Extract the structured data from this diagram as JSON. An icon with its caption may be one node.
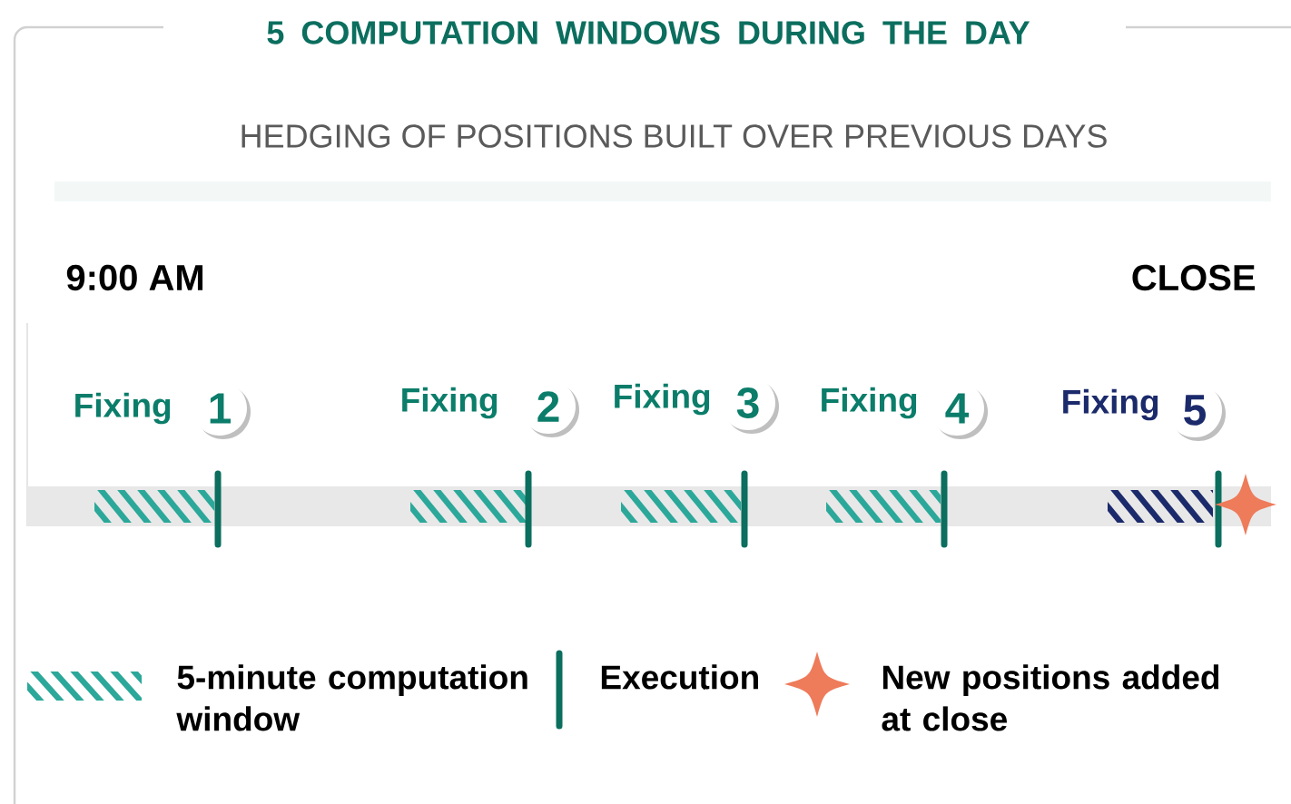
{
  "diagram": {
    "title": "5 COMPUTATION WINDOWS DURING THE DAY",
    "nodes": [
      {
        "text": [
          "1"
        ],
        "beside": [
          "Fixing"
        ]
      },
      {
        "text": [
          "2"
        ],
        "beside": [
          "Fixing"
        ]
      },
      {
        "text": [
          "3"
        ],
        "beside": [
          "Fixing"
        ]
      },
      {
        "text": [
          "4"
        ],
        "beside": [
          "Fixing"
        ]
      },
      {
        "text": [
          "5"
        ],
        "beside": [
          "Fixing"
        ]
      }
    ],
    "labels": [
      "HEDGING OF POSITIONS BUILT OVER PREVIOUS DAYS",
      "9:00 AM",
      "CLOSE"
    ],
    "legend": [
      {
        "text": "5-minute computation window"
      },
      {
        "text": "Execution"
      },
      {
        "text": "New positions added at close"
      }
    ]
  }
}
